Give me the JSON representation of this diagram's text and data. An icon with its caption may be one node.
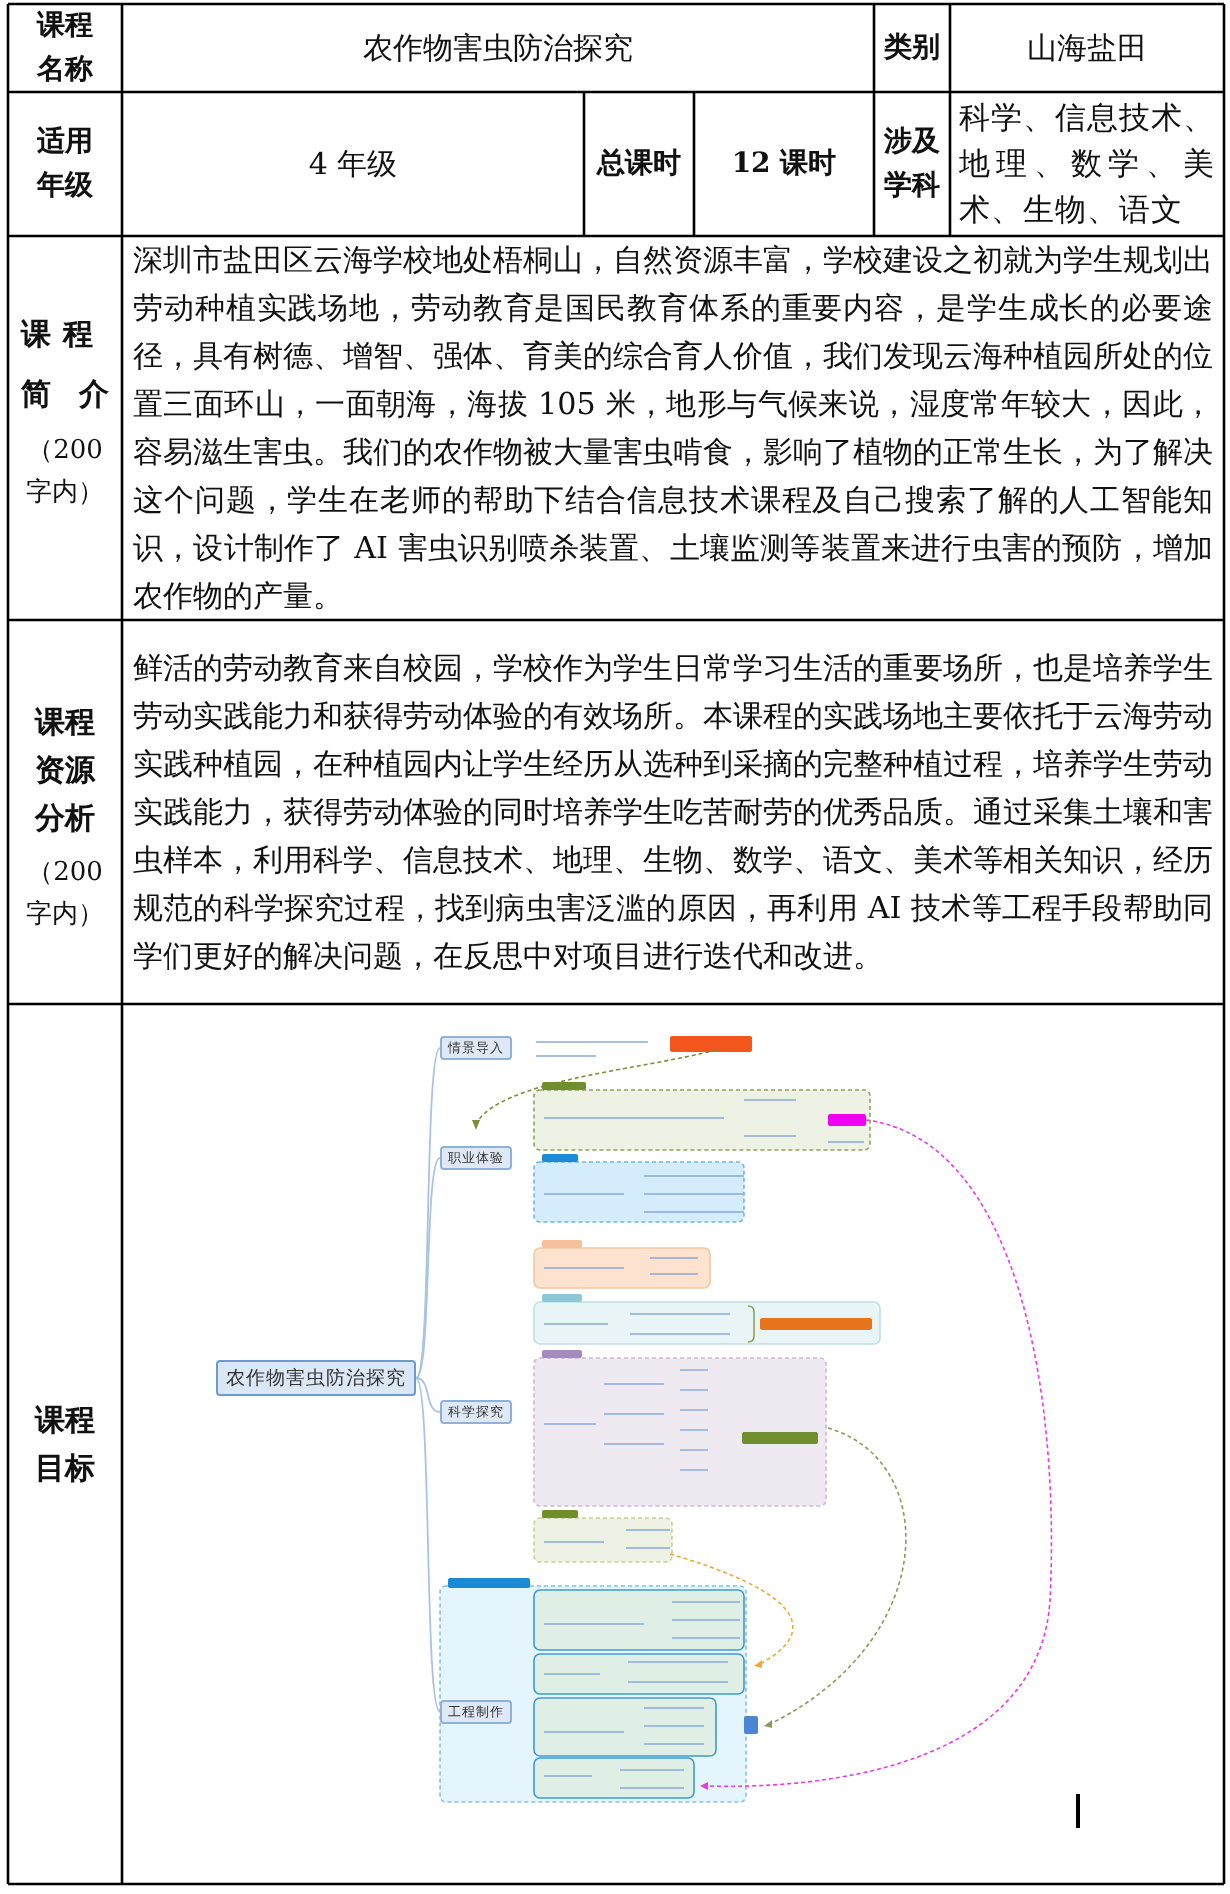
{
  "diagram": {
    "nodes": [
      {
        "text": [
          "农作物害虫防治探究"
        ]
      },
      {
        "text": [
          "情景导入"
        ]
      },
      {
        "text": [
          "职业体验"
        ]
      },
      {
        "text": [
          "科学探究"
        ]
      },
      {
        "text": [
          "工程制作"
        ]
      }
    ],
    "edges": [
      {
        "from": 0,
        "to": 1,
        "arrow": "none"
      },
      {
        "from": 0,
        "to": 2,
        "arrow": "none"
      },
      {
        "from": 0,
        "to": 3,
        "arrow": "none"
      },
      {
        "from": 0,
        "to": 4,
        "arrow": "none"
      }
    ],
    "labels": [
      "课程名称",
      "农作物害虫防治探究",
      "类别",
      "山海盐田",
      "适用年级",
      "4 年级",
      "总课时",
      "12 课时",
      "涉及学科",
      "科学、信息技术、地理、数学、美术、生物、语文",
      "课程简介",
      "（200字内）",
      "深圳市盐田区云海学校地处梧桐山，自然资源丰富，学校建设之初就为学生规划出劳动种植实践场地，劳动教育是国民教育体系的重要内容，是学生成长的必要途径，具有树德、增智、强体、育美的综合育人价值，我们发现云海种植园所处的位置三面环山，一面朝海，海拔 105 米，地形与气候来说，湿度常年较大，因此，容易滋生害虫。我们的农作物被大量害虫啃食，影响了植物的正常生长，为了解决这个问题，学生在老师的帮助下结合信息技术课程及自己搜索了解的人工智能知识，设计制作了 AI 害虫识别喷杀装置、土壤监测等装置来进行虫害的预防，增加农作物的产量。",
      "课程资源分析",
      "（200字内）",
      "鲜活的劳动教育来自校园，学校作为学生日常学习生活的重要场所，也是培养学生劳动实践能力和获得劳动体验的有效场所。本课程的实践场地主要依托于云海劳动实践种植园，在种植园内让学生经历从选种到采摘的完整种植过程，培养学生劳动实践能力，获得劳动体验的同时培养学生吃苦耐劳的优秀品质。通过采集土壤和害虫样本，利用科学、信息技术、地理、生物、数学、语文、美术等相关知识，经历规范的科学探究过程，找到病虫害泛滥的原因，再利用 AI 技术等工程手段帮助同学们更好的解决问题，在反思中对项目进行迭代和改进。",
      "课程目标"
    ]
  }
}
